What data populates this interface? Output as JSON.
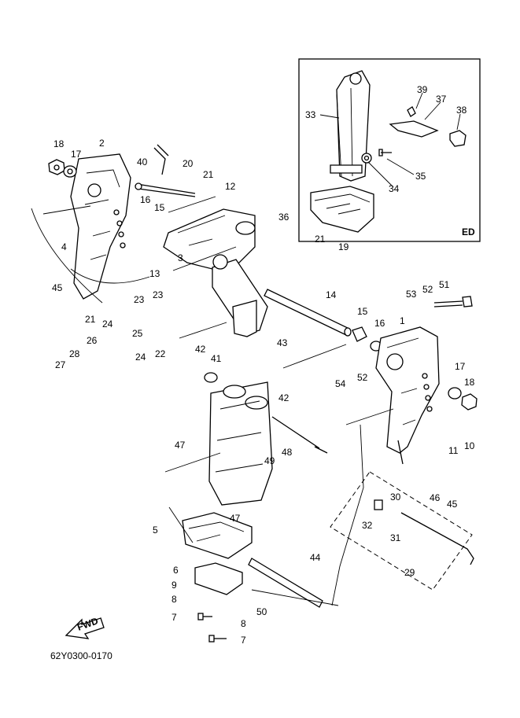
{
  "diagram_code": "62Y0300-0170",
  "inset_tag": "ED",
  "fwd_label": "FWD",
  "callouts": [
    {
      "id": "c18",
      "text": "18"
    },
    {
      "id": "c17",
      "text": "17"
    },
    {
      "id": "c2",
      "text": "2"
    },
    {
      "id": "c40",
      "text": "40"
    },
    {
      "id": "c20",
      "text": "20"
    },
    {
      "id": "c21a",
      "text": "21"
    },
    {
      "id": "c12",
      "text": "12"
    },
    {
      "id": "c16a",
      "text": "16"
    },
    {
      "id": "c15a",
      "text": "15"
    },
    {
      "id": "c4",
      "text": "4"
    },
    {
      "id": "c3",
      "text": "3"
    },
    {
      "id": "c13",
      "text": "13"
    },
    {
      "id": "c45a",
      "text": "45"
    },
    {
      "id": "c23a",
      "text": "23"
    },
    {
      "id": "c23b",
      "text": "23"
    },
    {
      "id": "c21b",
      "text": "21"
    },
    {
      "id": "c24a",
      "text": "24"
    },
    {
      "id": "c25",
      "text": "25"
    },
    {
      "id": "c26",
      "text": "26"
    },
    {
      "id": "c24b",
      "text": "24"
    },
    {
      "id": "c22",
      "text": "22"
    },
    {
      "id": "c28",
      "text": "28"
    },
    {
      "id": "c27",
      "text": "27"
    },
    {
      "id": "c36",
      "text": "36"
    },
    {
      "id": "c21c",
      "text": "21"
    },
    {
      "id": "c19",
      "text": "19"
    },
    {
      "id": "c14",
      "text": "14"
    },
    {
      "id": "c15b",
      "text": "15"
    },
    {
      "id": "c16b",
      "text": "16"
    },
    {
      "id": "c43",
      "text": "43"
    },
    {
      "id": "c42a",
      "text": "42"
    },
    {
      "id": "c41",
      "text": "41"
    },
    {
      "id": "c42b",
      "text": "42"
    },
    {
      "id": "c47a",
      "text": "47"
    },
    {
      "id": "c49",
      "text": "49"
    },
    {
      "id": "c48",
      "text": "48"
    },
    {
      "id": "c47b",
      "text": "47"
    },
    {
      "id": "c5",
      "text": "5"
    },
    {
      "id": "c6",
      "text": "6"
    },
    {
      "id": "c9",
      "text": "9"
    },
    {
      "id": "c8a",
      "text": "8"
    },
    {
      "id": "c7a",
      "text": "7"
    },
    {
      "id": "c8b",
      "text": "8"
    },
    {
      "id": "c7b",
      "text": "7"
    },
    {
      "id": "c50",
      "text": "50"
    },
    {
      "id": "c44",
      "text": "44"
    },
    {
      "id": "c1",
      "text": "1"
    },
    {
      "id": "c53",
      "text": "53"
    },
    {
      "id": "c52a",
      "text": "52"
    },
    {
      "id": "c51",
      "text": "51"
    },
    {
      "id": "c52b",
      "text": "52"
    },
    {
      "id": "c54",
      "text": "54"
    },
    {
      "id": "c17b",
      "text": "17"
    },
    {
      "id": "c18b",
      "text": "18"
    },
    {
      "id": "c11",
      "text": "11"
    },
    {
      "id": "c10",
      "text": "10"
    },
    {
      "id": "c46",
      "text": "46"
    },
    {
      "id": "c45b",
      "text": "45"
    },
    {
      "id": "c30",
      "text": "30"
    },
    {
      "id": "c32",
      "text": "32"
    },
    {
      "id": "c31",
      "text": "31"
    },
    {
      "id": "c29",
      "text": "29"
    },
    {
      "id": "c33",
      "text": "33"
    },
    {
      "id": "c39",
      "text": "39"
    },
    {
      "id": "c37",
      "text": "37"
    },
    {
      "id": "c38",
      "text": "38"
    },
    {
      "id": "c35",
      "text": "35"
    },
    {
      "id": "c34",
      "text": "34"
    }
  ]
}
